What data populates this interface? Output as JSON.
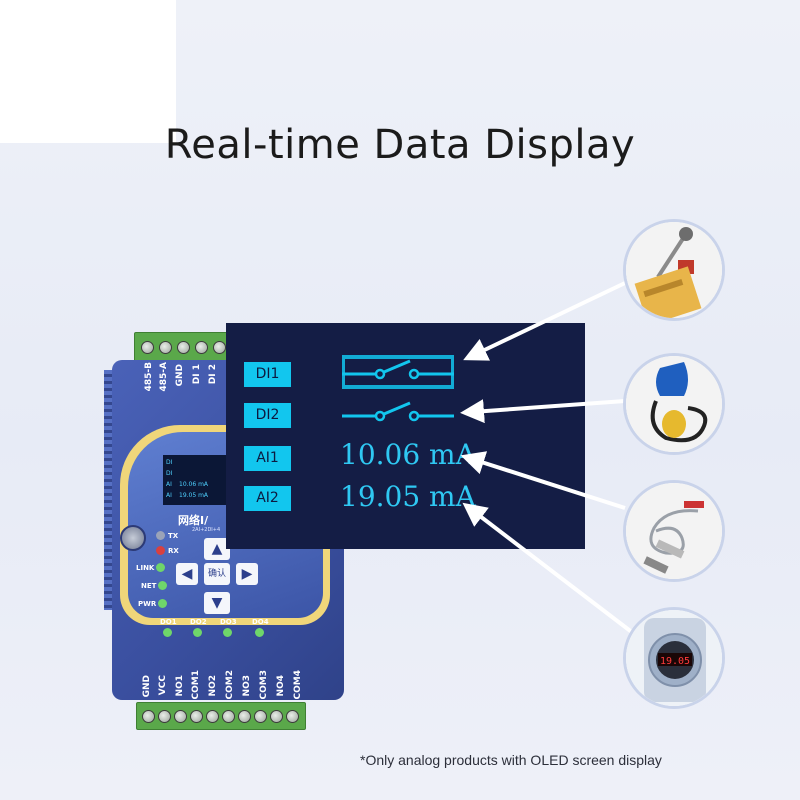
{
  "title": "Real-time Data Display",
  "footnote": "*Only analog products with OLED screen display",
  "display": {
    "channels": [
      {
        "tag": "DI1",
        "type": "switch",
        "state": "open"
      },
      {
        "tag": "DI2",
        "type": "switch",
        "state": "open"
      },
      {
        "tag": "AI1",
        "type": "analog",
        "value": "10.06 mA"
      },
      {
        "tag": "AI2",
        "type": "analog",
        "value": "19.05 mA"
      }
    ]
  },
  "device": {
    "top_terminals": [
      "485-B",
      "485-A",
      "GND",
      "DI 1",
      "DI 2"
    ],
    "bottom_terminals": [
      "GND",
      "VCC",
      "NO1",
      "COM1",
      "NO2",
      "COM2",
      "NO3",
      "COM3",
      "NO4",
      "COM4"
    ],
    "panel_text": "网络I/",
    "panel_subtext": "2AI+2DI+4",
    "mini_display": [
      "DI",
      "DI",
      "AI",
      "AI"
    ],
    "mini_values": [
      "10.06 mA",
      "19.05 mA"
    ],
    "status_leds": [
      "TX",
      "RX",
      "LINK",
      "NET",
      "PWR"
    ],
    "output_leds": [
      "DO1",
      "DO2",
      "DO3",
      "DO4"
    ],
    "ok_button": "确认"
  },
  "sensors": [
    "limit-switch",
    "float-switch",
    "temperature-probe",
    "pressure-transmitter"
  ],
  "sensor_display_reading": "19.05",
  "colors": {
    "screen": "#141d45",
    "accent": "#12c6ee",
    "reading": "#2fc8f2",
    "device": "#3a4f9f",
    "terminal": "#5aa84a"
  }
}
